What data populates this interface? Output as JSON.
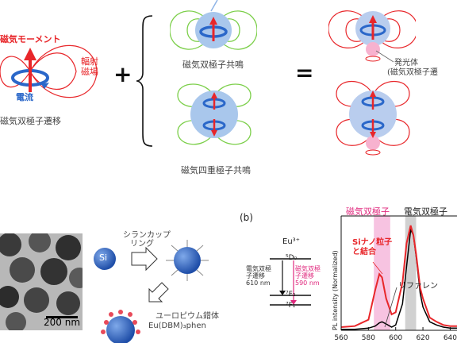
{
  "top": {
    "left": {
      "magnetic_moment": "磁気モーメント",
      "radiation_field": "輻射\n磁場",
      "current": "電流",
      "caption": "磁気双極子遷移"
    },
    "plus": "+",
    "equals": "=",
    "middle": {
      "dipole_resonance": "磁気双極子共鳴",
      "quadrupole_resonance": "磁気四重極子共鳴"
    },
    "right": {
      "emitter_line1": "発光体",
      "emitter_line2": "(磁気双極子遷"
    }
  },
  "bottom": {
    "tem": {
      "scalebar": "200 nm"
    },
    "scheme": {
      "si_label": "Si",
      "silane_line1": "シランカップ",
      "silane_line2": "リング",
      "europium_line1": "ユーロピウム錯体",
      "europium_line2": "Eu(DBM)₃phen"
    },
    "energy_diagram": {
      "panel_label": "(b)",
      "ion": "Eu³⁺",
      "level_5d0": "⁵D₀",
      "level_7f2": "⁷F₂",
      "level_7f1": "⁷F₁",
      "ed_transition": "電気双極\n子遷移\n610 nm",
      "md_transition": "磁気双極\n子遷移\n590 nm"
    },
    "spectrum": {
      "md_label": "磁気双極子",
      "ed_label": "電気双極子",
      "coupled_label_line1": "Siナノ粒子",
      "coupled_label_line2": "と結合",
      "reference_label": "リファレン",
      "y_axis_label": "PL intensity (Normalized)",
      "x_ticks": [
        "560",
        "580",
        "600",
        "620",
        "640"
      ],
      "colors": {
        "coupled": "#e8262a",
        "reference": "#000000",
        "md_band": "#f6b8dc",
        "ed_band": "#c9c9c9"
      }
    }
  },
  "chart_data": {
    "type": "line",
    "x": [
      560,
      570,
      580,
      585,
      588,
      590,
      593,
      597,
      600,
      605,
      608,
      611,
      613,
      615,
      618,
      620,
      625,
      630,
      635,
      640,
      645
    ],
    "series": [
      {
        "name": "Siナノ粒子と結合",
        "values": [
          0.03,
          0.04,
          0.1,
          0.38,
          0.53,
          0.5,
          0.3,
          0.15,
          0.17,
          0.45,
          0.82,
          0.99,
          0.9,
          0.72,
          0.4,
          0.3,
          0.12,
          0.08,
          0.05,
          0.04,
          0.04
        ]
      },
      {
        "name": "リファレン",
        "values": [
          0.01,
          0.01,
          0.02,
          0.04,
          0.07,
          0.08,
          0.06,
          0.03,
          0.05,
          0.25,
          0.6,
          0.95,
          0.9,
          0.7,
          0.35,
          0.22,
          0.08,
          0.05,
          0.03,
          0.02,
          0.02
        ]
      }
    ],
    "xlim": [
      560,
      645
    ],
    "ylim": [
      0,
      1.08
    ],
    "ylabel": "PL intensity (Normalized)",
    "bands": [
      {
        "label": "磁気双極子",
        "range": [
          584,
          596
        ]
      },
      {
        "label": "電気双極子",
        "range": [
          607,
          615
        ]
      }
    ]
  }
}
